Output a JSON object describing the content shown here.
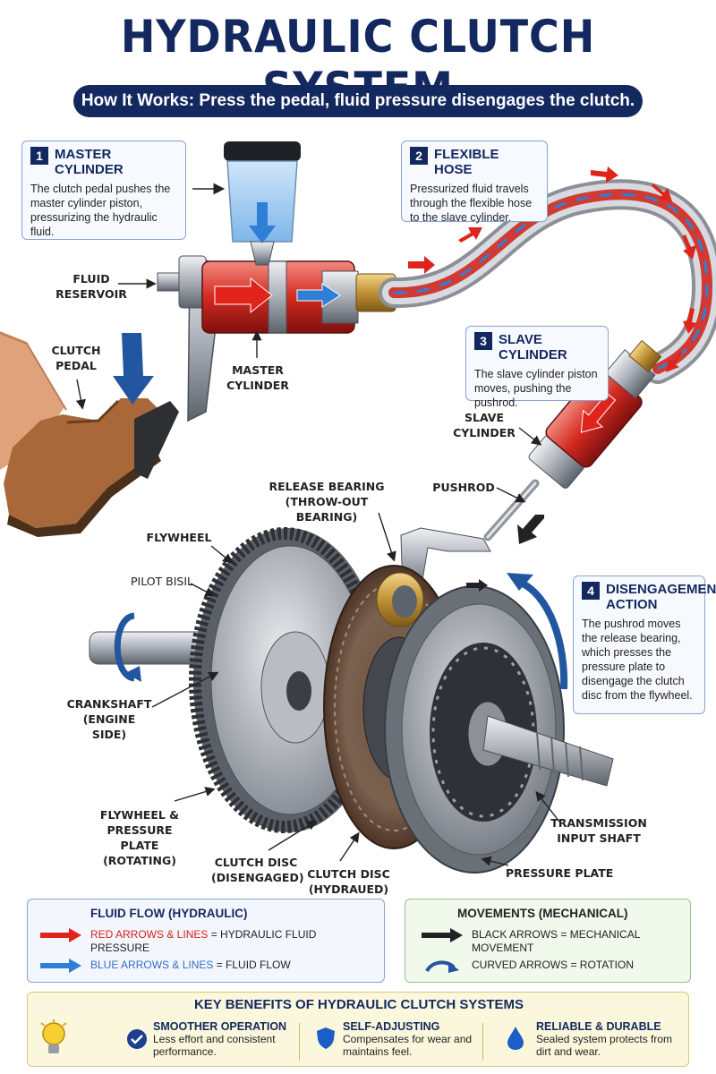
{
  "title": "HYDRAULIC CLUTCH SYSTEM",
  "subtitle": "How It Works: Press the pedal, fluid pressure disengages the clutch.",
  "steps": [
    {
      "num": "1",
      "title": "MASTER CYLINDER",
      "body": "The clutch pedal pushes the master cylinder piston, pressurizing the hydraulic fluid."
    },
    {
      "num": "2",
      "title": "FLEXIBLE HOSE",
      "body": "Pressurized fluid travels through the flexible hose to the slave cylinder."
    },
    {
      "num": "3",
      "title": "SLAVE CYLINDER",
      "body": "The slave cylinder piston moves, pushing the pushrod."
    },
    {
      "num": "4",
      "title": "DISENGAGEMENT ACTION",
      "body": "The pushrod moves the release bearing, which presses the pressure plate to disengage the clutch disc from the flywheel."
    }
  ],
  "labels": {
    "fluid_reservoir": "FLUID RESERVOIR",
    "clutch_pedal": "CLUTCH PEDAL",
    "master_cylinder": "MASTER CYLINDER",
    "slave_cylinder": "SLAVE CYLINDER",
    "pushrod": "PUSHROD",
    "release_bearing": "RELEASE BEARING (THROW-OUT BEARING)",
    "flywheel": "FLYWHEEL",
    "pilot_bisil": "PILOT BISIL",
    "crankshaft": "CRANKSHAFT (ENGINE SIDE)",
    "flywheel_pressure_plate": "FLYWHEEL & PRESSURE PLATE (ROTATING)",
    "clutch_disc_disengaged": "CLUTCH DISC (DISENGAGED)",
    "clutch_disc_hydraued": "CLUTCH DISC (HYDRAUED)",
    "pressure_plate": "PRESSURE PLATE",
    "transmission_input_shaft": "TRANSMISSION INPUT SHAFT"
  },
  "legend_fluid": {
    "title": "FLUID FLOW (HYDRAULIC)",
    "red_key": "RED ARROWS & LINES",
    "red_desc": " = HYDRAULIC FLUID PRESSURE",
    "blue_key": "BLUE ARROWS & LINES",
    "blue_desc": " = FLUID FLOW"
  },
  "legend_mech": {
    "title": "MOVEMENTS (MECHANICAL)",
    "black": "BLACK ARROWS = MECHANICAL MOVEMENT",
    "curved": "CURVED ARROWS = ROTATION"
  },
  "benefits": {
    "title": "KEY BENEFITS OF HYDRAULIC CLUTCH SYSTEMS",
    "items": [
      {
        "icon": "checkmark-icon",
        "title": "SMOOTHER OPERATION",
        "desc": "Less effort and consistent performance."
      },
      {
        "icon": "shield-icon",
        "title": "SELF-ADJUSTING",
        "desc": "Compensates for wear and maintains feel."
      },
      {
        "icon": "drop-icon",
        "title": "RELIABLE & DURABLE",
        "desc": "Sealed system protects from dirt and wear."
      }
    ]
  },
  "colors": {
    "navy": "#13285f",
    "pressure_red": "#e0241b",
    "flow_blue": "#2f7fd6",
    "mech_black": "#222222"
  }
}
